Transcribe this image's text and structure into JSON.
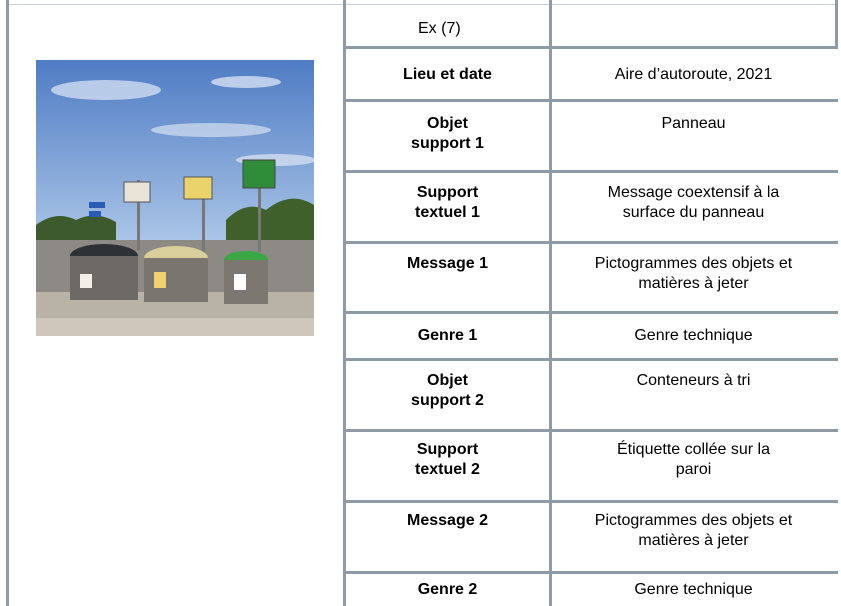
{
  "table": {
    "header": "Ex (7)",
    "rows": [
      {
        "label": "Lieu et date",
        "value": "Aire d’autoroute, 2021"
      },
      {
        "label": "Objet support 1",
        "value": "Panneau"
      },
      {
        "label": "Support textuel 1",
        "value": "Message coextensif à la surface du panneau"
      },
      {
        "label": "Message 1",
        "value": "Pictogrammes des objets et matières à jeter"
      },
      {
        "label": "Genre 1",
        "value": "Genre technique"
      },
      {
        "label": "Objet support 2",
        "value": "Conteneurs à tri"
      },
      {
        "label": "Support textuel 2",
        "value": "Étiquette collée sur la paroi"
      },
      {
        "label": "Message 2",
        "value": "Pictogrammes des objets et matières à jeter"
      },
      {
        "label": "Genre 2",
        "value": "Genre technique"
      }
    ]
  },
  "photo": {
    "subject": "recycling-bins-photo",
    "colors": {
      "sky": "#5d86c8",
      "container_dark": "#3a3d40",
      "container_yellow": "#d9cf98",
      "container_green": "#2f9f3a"
    }
  }
}
